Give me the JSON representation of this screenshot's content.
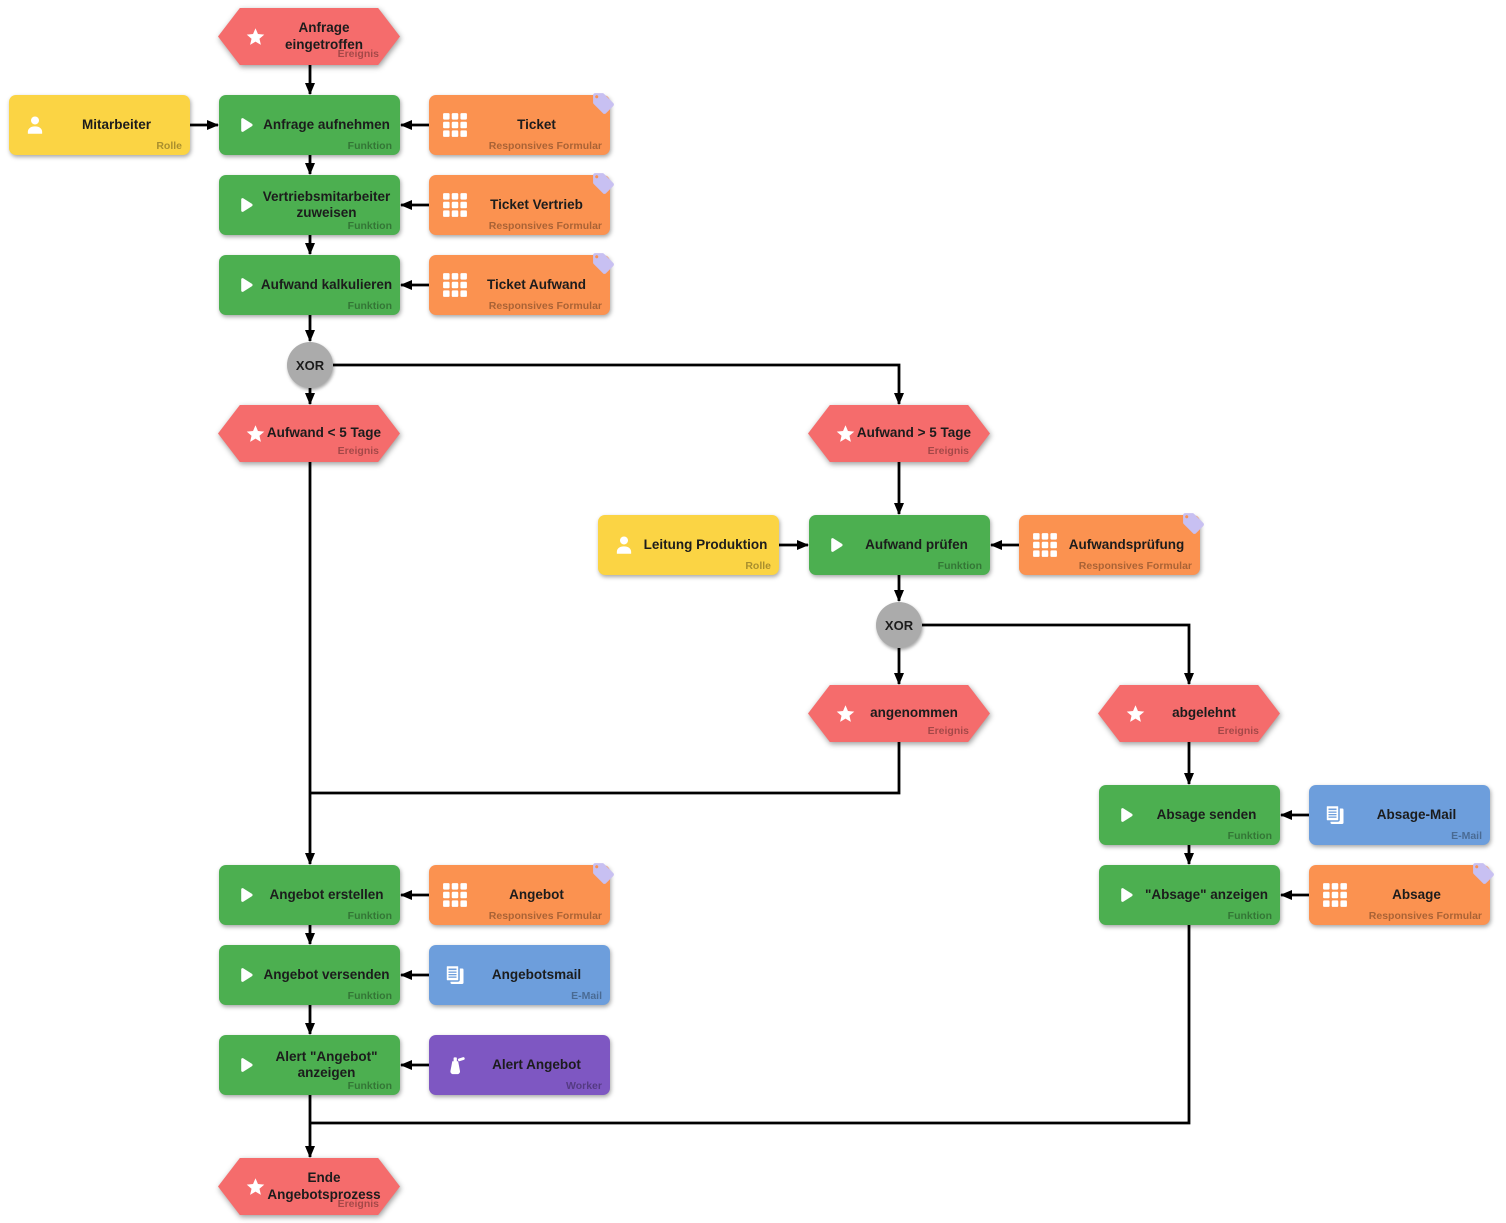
{
  "nodes": {
    "ev_start": {
      "title": "Anfrage eingetroffen",
      "subtitle": "Ereignis",
      "icon": "star-icon"
    },
    "role_mitarbeiter": {
      "title": "Mitarbeiter",
      "subtitle": "Rolle",
      "icon": "person-icon"
    },
    "fn_anfrage_aufnehmen": {
      "title": "Anfrage aufnehmen",
      "subtitle": "Funktion",
      "icon": "play-icon"
    },
    "form_ticket": {
      "title": "Ticket",
      "subtitle": "Responsives Formular",
      "icon": "grid-icon"
    },
    "fn_vertriebsmitarbeiter_zuweisen": {
      "title": "Vertriebsmitarbeiter zuweisen",
      "subtitle": "Funktion",
      "icon": "play-icon"
    },
    "form_ticket_vertrieb": {
      "title": "Ticket Vertrieb",
      "subtitle": "Responsives Formular",
      "icon": "grid-icon"
    },
    "fn_aufwand_kalkulieren": {
      "title": "Aufwand kalkulieren",
      "subtitle": "Funktion",
      "icon": "play-icon"
    },
    "form_ticket_aufwand": {
      "title": "Ticket Aufwand",
      "subtitle": "Responsives Formular",
      "icon": "grid-icon"
    },
    "ev_aufwand_lt5": {
      "title": "Aufwand < 5 Tage",
      "subtitle": "Ereignis",
      "icon": "star-icon"
    },
    "ev_aufwand_gt5": {
      "title": "Aufwand > 5 Tage",
      "subtitle": "Ereignis",
      "icon": "star-icon"
    },
    "role_leitung_produktion": {
      "title": "Leitung Produktion",
      "subtitle": "Rolle",
      "icon": "person-icon"
    },
    "fn_aufwand_pruefen": {
      "title": "Aufwand prüfen",
      "subtitle": "Funktion",
      "icon": "play-icon"
    },
    "form_aufwandspruefung": {
      "title": "Aufwandsprüfung",
      "subtitle": "Responsives Formular",
      "icon": "grid-icon"
    },
    "ev_angenommen": {
      "title": "angenommen",
      "subtitle": "Ereignis",
      "icon": "star-icon"
    },
    "ev_abgelehnt": {
      "title": "abgelehnt",
      "subtitle": "Ereignis",
      "icon": "star-icon"
    },
    "fn_absage_senden": {
      "title": "Absage senden",
      "subtitle": "Funktion",
      "icon": "play-icon"
    },
    "mail_absage": {
      "title": "Absage-Mail",
      "subtitle": "E-Mail",
      "icon": "mail-icon"
    },
    "fn_absage_anzeigen": {
      "title": "\"Absage\" anzeigen",
      "subtitle": "Funktion",
      "icon": "play-icon"
    },
    "form_absage": {
      "title": "Absage",
      "subtitle": "Responsives Formular",
      "icon": "grid-icon"
    },
    "fn_angebot_erstellen": {
      "title": "Angebot erstellen",
      "subtitle": "Funktion",
      "icon": "play-icon"
    },
    "form_angebot": {
      "title": "Angebot",
      "subtitle": "Responsives Formular",
      "icon": "grid-icon"
    },
    "fn_angebot_versenden": {
      "title": "Angebot versenden",
      "subtitle": "Funktion",
      "icon": "play-icon"
    },
    "mail_angebotsmail": {
      "title": "Angebotsmail",
      "subtitle": "E-Mail",
      "icon": "mail-icon"
    },
    "fn_alert_angebot_anzeigen": {
      "title": "Alert \"Angebot\" anzeigen",
      "subtitle": "Funktion",
      "icon": "play-icon"
    },
    "worker_alert_angebot": {
      "title": "Alert Angebot",
      "subtitle": "Worker",
      "icon": "flask-icon"
    },
    "ev_ende": {
      "title": "Ende Angebotsprozess",
      "subtitle": "Ereignis",
      "icon": "star-icon"
    }
  },
  "gateways": {
    "xor1": {
      "label": "XOR"
    },
    "xor2": {
      "label": "XOR"
    }
  },
  "colors": {
    "event": "#F56C6C",
    "function": "#4CAF50",
    "role": "#FBD444",
    "form": "#FB9250",
    "email": "#6D9EDC",
    "worker": "#7E57C2",
    "gateway": "#ABABAB",
    "connector": "#000000",
    "tag": "#C8C0F2"
  }
}
